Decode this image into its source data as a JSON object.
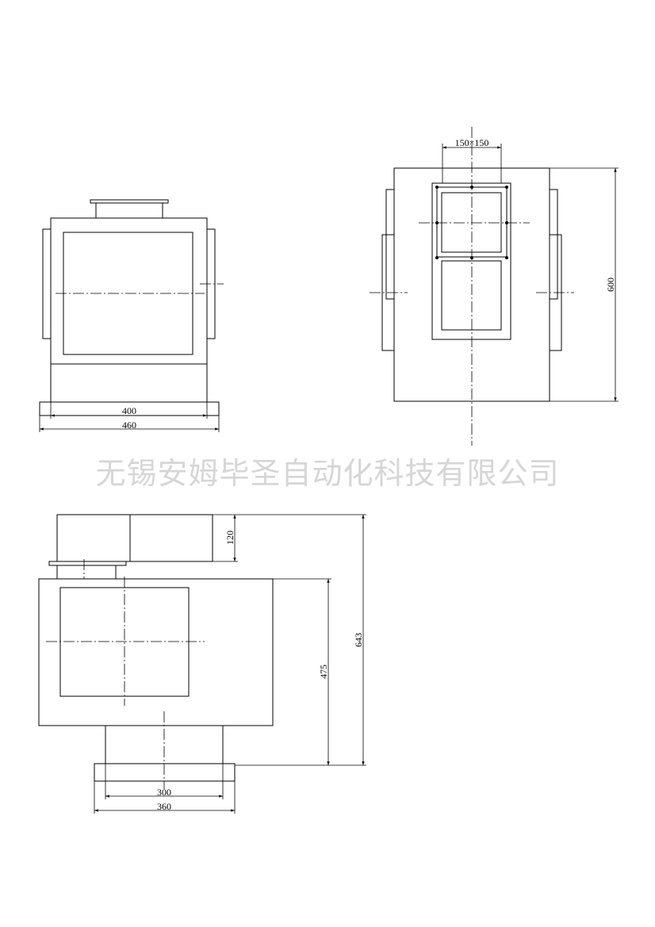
{
  "watermark": "无锡安姆毕圣自动化科技有限公司",
  "views": {
    "front": {
      "dim_inner": "400",
      "dim_outer": "460"
    },
    "top": {
      "dim_port": "150×150",
      "dim_height": "600"
    },
    "side": {
      "dim_top": "120",
      "dim_body": "475",
      "dim_total": "643",
      "dim_inner": "300",
      "dim_outer": "360"
    }
  },
  "colors": {
    "line": "#000000",
    "watermark": "#d6d6d6"
  }
}
